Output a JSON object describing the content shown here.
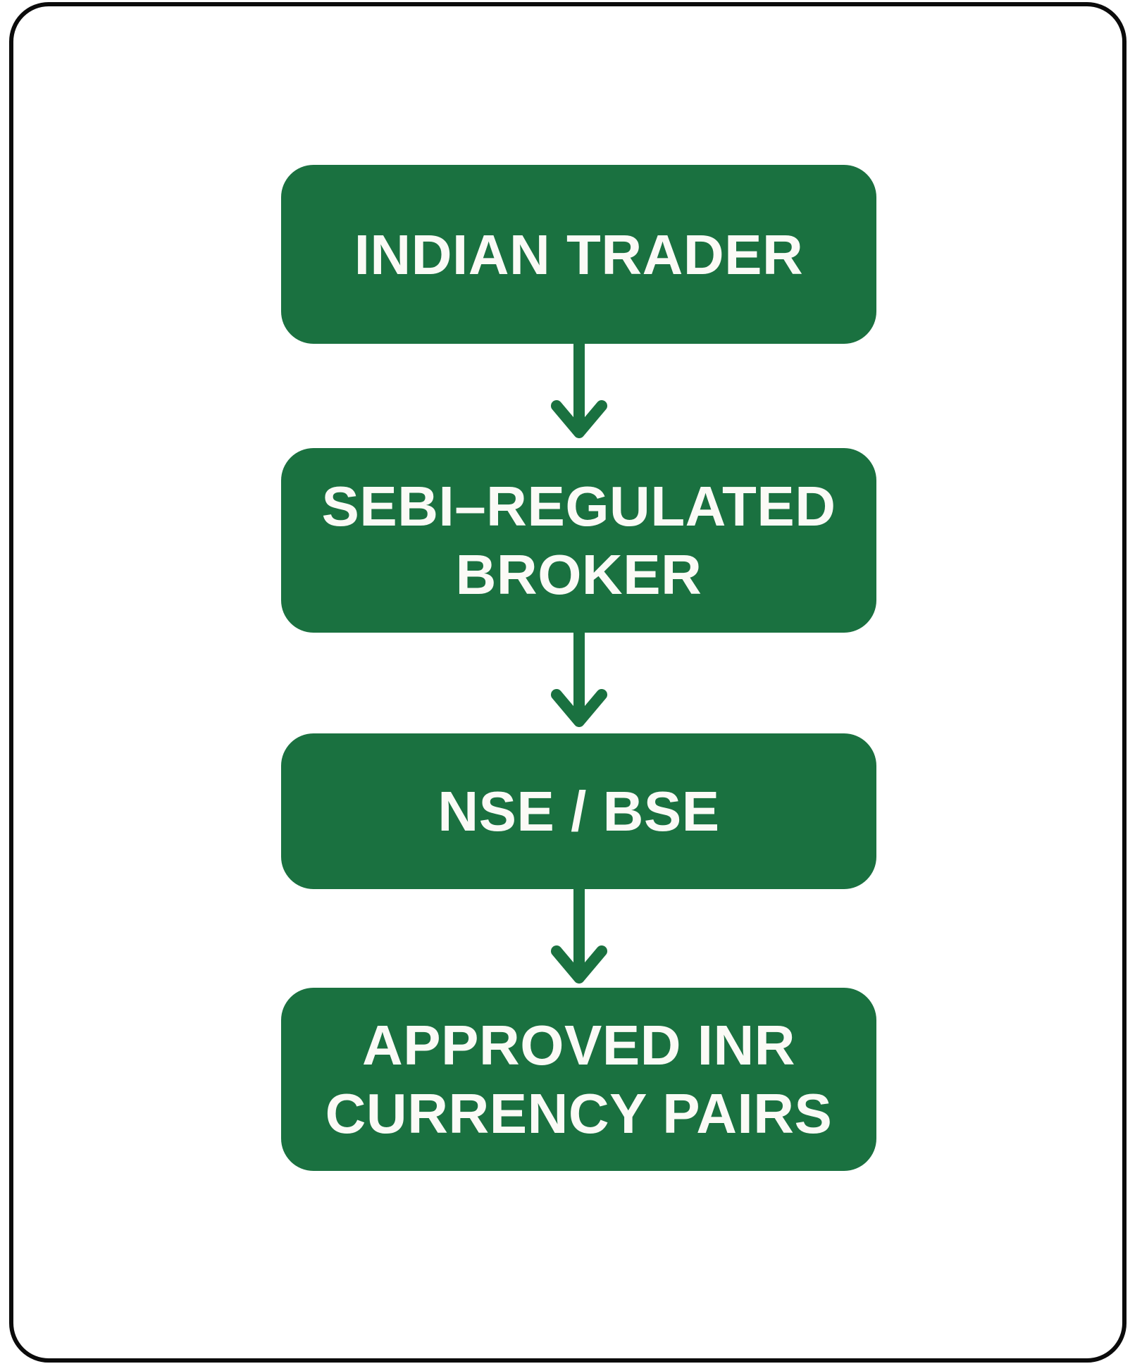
{
  "canvas": {
    "background": "#ffffff",
    "border_color": "#0b0b0b",
    "accent_green": "#1a7140",
    "text_color": "#fbfaf6"
  },
  "flow": {
    "nodes": [
      {
        "id": "indian-trader",
        "lines": [
          "INDIAN TRADER"
        ]
      },
      {
        "id": "sebi-regulated-broker",
        "lines": [
          "SEBI–REGULATED",
          "BROKER"
        ]
      },
      {
        "id": "nse-bse",
        "lines": [
          "NSE / BSE"
        ]
      },
      {
        "id": "approved-inr-currency-pairs",
        "lines": [
          "APPROVED INR",
          "CURRENCY PAIRS"
        ]
      }
    ],
    "connections": [
      {
        "from": "indian-trader",
        "to": "sebi-regulated-broker",
        "type": "down-arrow"
      },
      {
        "from": "sebi-regulated-broker",
        "to": "nse-bse",
        "type": "down-arrow"
      },
      {
        "from": "nse-bse",
        "to": "approved-inr-currency-pairs",
        "type": "down-arrow"
      }
    ]
  }
}
